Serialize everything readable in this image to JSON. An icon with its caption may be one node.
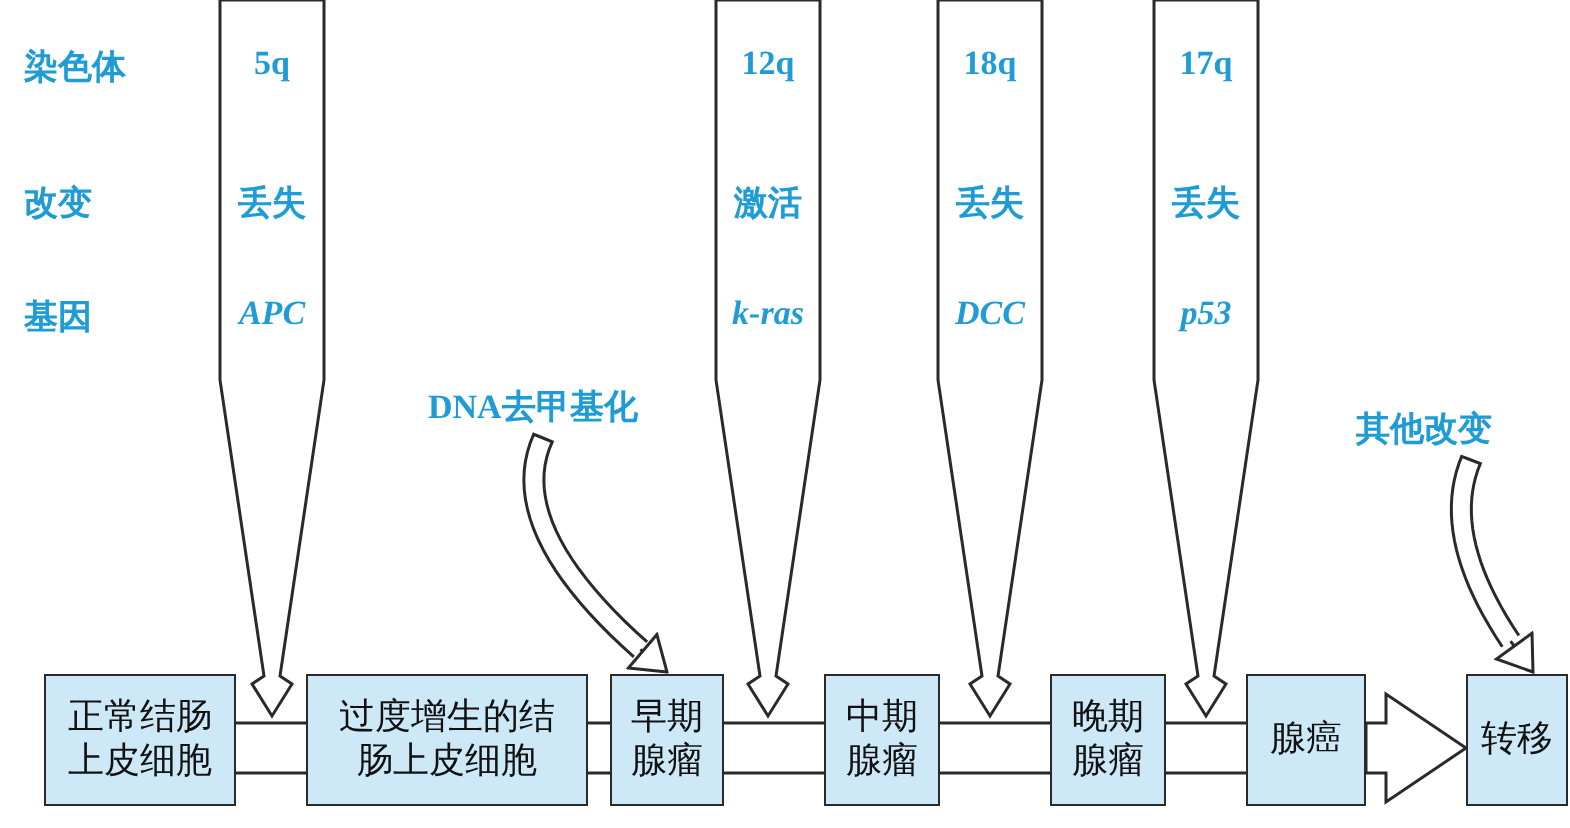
{
  "diagram": {
    "nodes": [
      {
        "text": [
          "5q",
          "丢失",
          "APC"
        ]
      },
      {
        "text": [
          "12q",
          "激活",
          "k-ras"
        ]
      },
      {
        "text": [
          "18q",
          "丢失",
          "DCC"
        ]
      },
      {
        "text": [
          "17q",
          "丢失",
          "p53"
        ]
      },
      {
        "text": [
          "DNA去甲基化"
        ]
      },
      {
        "text": [
          "其他改变"
        ]
      },
      {
        "text": [
          "正常结肠上皮细胞"
        ]
      },
      {
        "text": [
          "过度增生的结肠上皮细胞"
        ]
      },
      {
        "text": [
          "早期腺瘤"
        ]
      },
      {
        "text": [
          "中期腺瘤"
        ]
      },
      {
        "text": [
          "晚期腺瘤"
        ]
      },
      {
        "text": [
          "腺癌"
        ]
      },
      {
        "text": [
          "转移"
        ]
      }
    ],
    "edges": [
      {
        "from": 6,
        "to": 7,
        "arrow": "none"
      },
      {
        "from": 7,
        "to": 8,
        "arrow": "none"
      },
      {
        "from": 8,
        "to": 9,
        "arrow": "none"
      },
      {
        "from": 9,
        "to": 10,
        "arrow": "none"
      },
      {
        "from": 10,
        "to": 11,
        "arrow": "none"
      },
      {
        "from": 11,
        "to": 12,
        "arrow": "to"
      },
      {
        "from": 4,
        "to": 8,
        "arrow": "to"
      },
      {
        "from": 5,
        "to": 12,
        "arrow": "to"
      }
    ],
    "labels": [
      "染色体",
      "改变",
      "基因"
    ]
  }
}
